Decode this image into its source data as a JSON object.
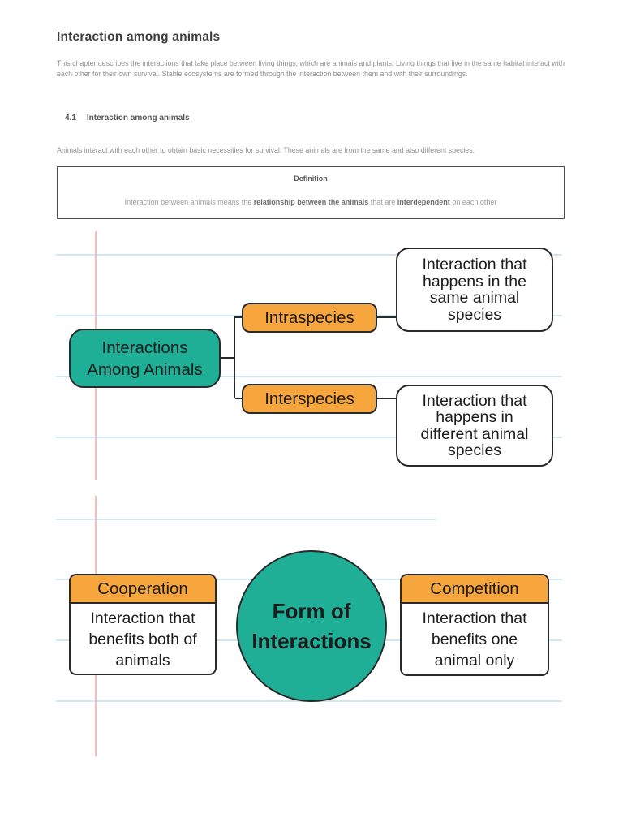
{
  "colors": {
    "teal": "#1fae96",
    "orange": "#f6a63c",
    "outline": "#2a2a2a",
    "ruled": "#cfe6f4",
    "marginline": "#f5bcba"
  },
  "header": {
    "title": "Interaction among animals",
    "intro": "This chapter describes the interactions that take place between living things, which are animals and plants. Living things that live in the same habitat interact with each other for their own survival. Stable ecosystems are formed through the interaction between them and with their surroundings.",
    "section_number": "4.1",
    "section_title": "Interaction among animals",
    "section_intro": "Animals interact with each other to obtain basic necessities for survival. These animals are from the same and also different species."
  },
  "definition": {
    "heading": "Definition",
    "text_pre": "Interaction between animals means the ",
    "text_bold1": "relationship between the animals",
    "text_mid": " that are ",
    "text_bold2": "interdependent",
    "text_post": " on each other"
  },
  "diagram1": {
    "root_lines": [
      "Interactions",
      "Among Animals"
    ],
    "branches": [
      {
        "label": "Intraspecies",
        "desc_lines": [
          "Interaction that",
          "happens in the",
          "same animal",
          "species"
        ]
      },
      {
        "label": "Interspecies",
        "desc_lines": [
          "Interaction that",
          "happens in",
          "different animal",
          "species"
        ]
      }
    ]
  },
  "diagram2": {
    "center_lines": [
      "Form of",
      "Interactions"
    ],
    "cards": [
      {
        "title": "Cooperation",
        "desc_lines": [
          "Interaction that",
          "benefits both of",
          "animals"
        ]
      },
      {
        "title": "Competition",
        "desc_lines": [
          "Interaction that",
          "benefits one",
          "animal only"
        ]
      }
    ]
  }
}
